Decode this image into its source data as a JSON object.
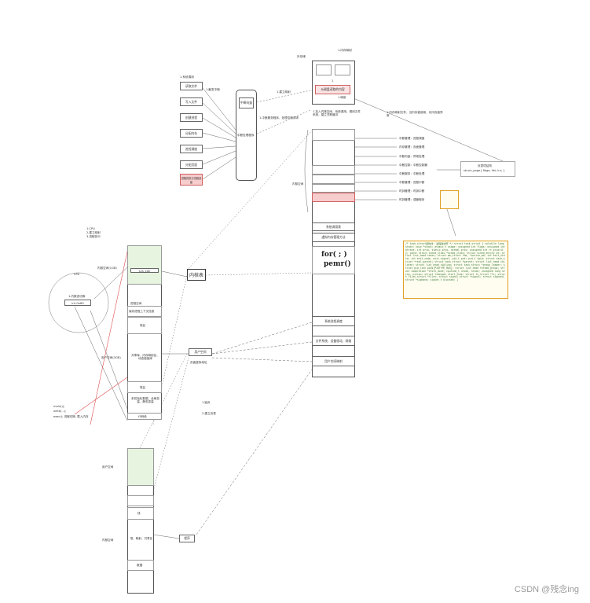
{
  "top_cluster": {
    "label_a": "外存储",
    "label_b": "1.内存映射",
    "inner_label": "1",
    "red_label": "从磁盘读取的内容",
    "sub_label": "1.映射",
    "note_left": "1.建立映射",
    "note_mid": "1.加入内核空间，系统调用，调用文件系统，建立关联缓冲",
    "note_right": "1.内存映射文件，当内存被使用，访问页面异常"
  },
  "left_list": {
    "title": "1.系统调用",
    "items": [
      "读取文件",
      "写入文件",
      "创建进程",
      "分配内存",
      "进程调度",
      "分配页面"
    ],
    "red_item": "进程的执行流程创建",
    "hub_top": "中断向量",
    "hub_label": "中断处理程序",
    "side_note": "1.触发中断",
    "side_note2": "1.中断服务程序，处理中断请求"
  },
  "kernel_stack": {
    "labels": [
      "系统调用表",
      "虚拟内存管理方法"
    ],
    "big_lines": [
      "for( ; )",
      "pemr()"
    ],
    "lower_labels": [
      "系统进程调度",
      "文件系统、设备驱动、网络",
      "用户空间映射"
    ],
    "brace_label": "内核空间"
  },
  "right_notes": {
    "items": [
      "中断管理：进程调度",
      "内存管理：页面管理",
      "中断向量：异常处理",
      "中断控制：中断控制器",
      "中断服务：中断处理",
      "中断管理：进程中断",
      "时钟管理：时钟中断",
      "时钟管理：调度程序"
    ],
    "struct_title": "页表项结构",
    "struct_text": "struct_page{ flags; list; lru; }"
  },
  "code_note": {
    "text": "/* task_struct结构体: 进程描述符 */ struct task_struct { volatile long state; void *stack; atomic_t usage; unsigned int flags; unsigned int ptrace; int prio, static_prio, normal_prio; unsigned int rt_priority; const struct sched_class *sched_class; struct sched_entity se; struct list_head tasks; struct mm_struct *mm, *active_mm; int exit_state; int exit_code, exit_signal; pid_t pid; pid_t tgid; struct task_struct *real_parent; struct task_struct *parent; struct list_head children; struct list_head sibling; struct task_struct *group_leader; struct pid_link pids[PIDTYPE_MAX]; struct list_head thread_group; struct completion *vfork_done; cputime_t utime, stime; unsigned long nvcsw, nivcsw; struct timespec start_time; struct fs_struct *fs; struct files_struct *files; struct signal_struct *signal; struct sighand_struct *sighand; sigset_t blocked; }"
  },
  "left_circle": {
    "top_note": [
      "1.CPU",
      "2.建立映射",
      "3.进程执行"
    ],
    "title": "CPU",
    "inner_top": "1.内核态切换",
    "inner_box": "int 0x80"
  },
  "proc_stack": {
    "labels": [
      "进程空间",
      "内核空间(1GB)",
      "用户空间(3GB)"
    ],
    "segments": [
      "sys_call",
      "保存进程上下文信息",
      "栈区",
      "共享库、内存映射区、动态链接库",
      "堆区",
      "未初始化数据、全局变量、静态变量",
      "代码段"
    ],
    "side_code": [
      "main(){",
      "  write(...);",
      "  exec(); 进程切换, 载入内存"
    ]
  },
  "mem_box": {
    "label": "内核表"
  },
  "hub2": {
    "title": "用户空间",
    "sub": "页面虚拟地址"
  },
  "notes_mid": [
    "1.缺页",
    "2.建立页表"
  ],
  "lower_stack": {
    "labels": [
      "用户空间",
      "内核空间"
    ],
    "segments": [
      "栈",
      "堆、映射、共享区",
      "数据"
    ],
    "hub": "程序"
  },
  "watermark": "CSDN @残念ing",
  "colors": {
    "green": "#e6f4e0",
    "red": "#f6d0d0",
    "line": "#555555",
    "red_line": "#e05050"
  }
}
